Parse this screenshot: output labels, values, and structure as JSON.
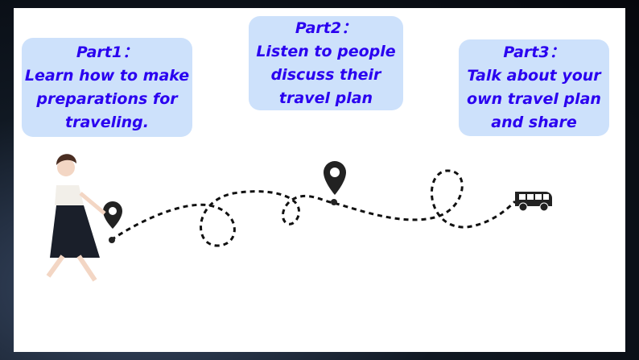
{
  "parts": [
    {
      "title": "Part1：",
      "lines": [
        "Learn how to make",
        "preparations for",
        "traveling."
      ]
    },
    {
      "title": "Part2：",
      "lines": [
        "Listen to people",
        "discuss their",
        "travel plan"
      ]
    },
    {
      "title": "Part3：",
      "lines": [
        "Talk about your",
        "own travel plan",
        "and share"
      ]
    }
  ],
  "colors": {
    "text": "#2a00f0",
    "box": "#cde1fb"
  }
}
